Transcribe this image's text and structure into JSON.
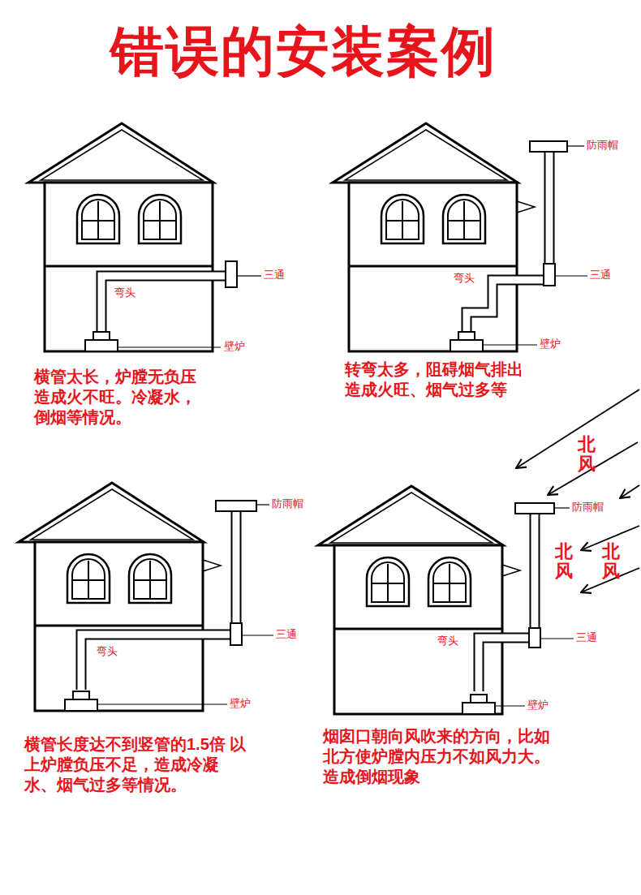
{
  "diagram": {
    "title": "错误的安装案例",
    "labels": [
      "三通",
      "弯头",
      "壁炉",
      "横管太长，炉膛无负压 造成火不旺。冷凝水， 倒烟等情况。",
      "防雨帽",
      "三通",
      "弯头",
      "壁炉",
      "转弯太多，阻碍烟气排出 造成火旺、烟气过多等",
      "防雨帽",
      "三通",
      "弯头",
      "壁炉",
      "横管长度达不到竖管的1.5倍 以上炉膛负压不足，造成冷凝 水、烟气过多等情况。",
      "北风",
      "防雨帽",
      "北风",
      "北风",
      "三通",
      "弯头",
      "壁炉",
      "烟囱口朝向风吹来的方向，比如 北方使炉膛内压力不如风力大。 造成倒烟现象"
    ]
  }
}
